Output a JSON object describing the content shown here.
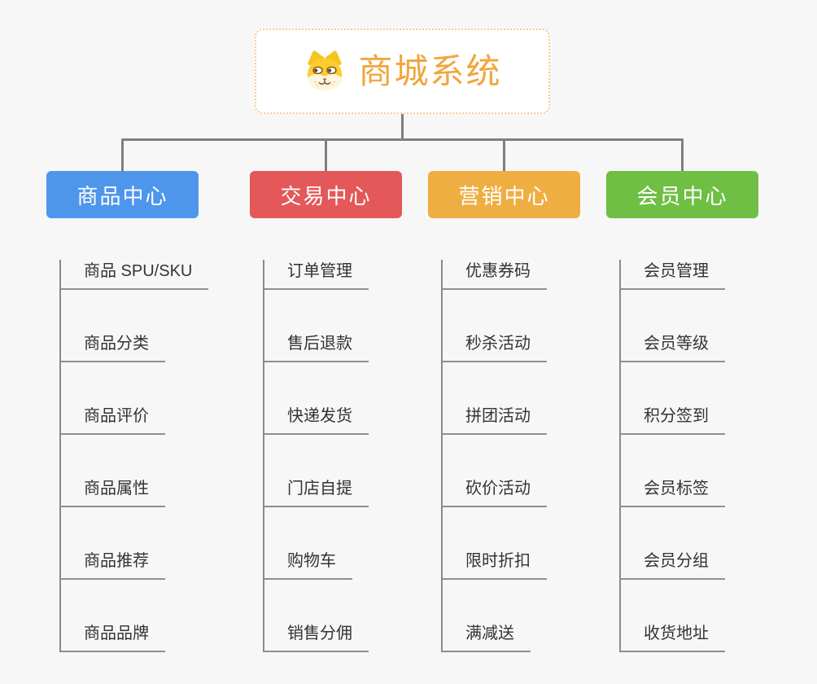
{
  "root": {
    "title": "商城系统",
    "icon": "dog-face-icon"
  },
  "branches": [
    {
      "label": "商品中心",
      "color": "#4e96ec",
      "children": [
        "商品 SPU/SKU",
        "商品分类",
        "商品评价",
        "商品属性",
        "商品推荐",
        "商品品牌"
      ]
    },
    {
      "label": "交易中心",
      "color": "#e4585a",
      "children": [
        "订单管理",
        "售后退款",
        "快递发货",
        "门店自提",
        "购物车",
        "销售分佣"
      ]
    },
    {
      "label": "营销中心",
      "color": "#efae42",
      "children": [
        "优惠券码",
        "秒杀活动",
        "拼团活动",
        "砍价活动",
        "限时折扣",
        "满减送"
      ]
    },
    {
      "label": "会员中心",
      "color": "#6fbf45",
      "children": [
        "会员管理",
        "会员等级",
        "积分签到",
        "会员标签",
        "会员分组",
        "收货地址"
      ]
    }
  ],
  "colors": {
    "background": "#f7f7f7",
    "root_text": "#f0a63d",
    "root_border": "#f6ce8c",
    "connector": "#7f7f7f",
    "leaf_text": "#333333",
    "leaf_line": "#8f8f8f"
  }
}
